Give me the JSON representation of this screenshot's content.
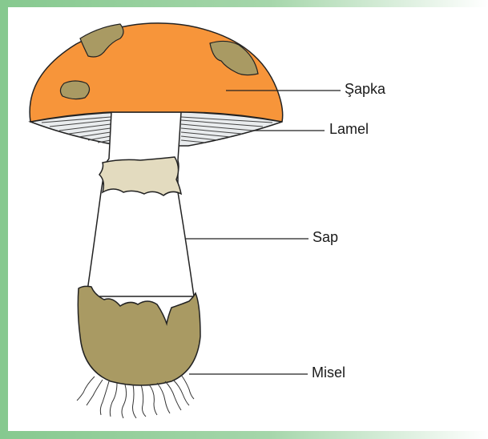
{
  "labels": {
    "cap": "Şapka",
    "gills": "Lamel",
    "stem": "Sap",
    "mycelium": "Misel"
  },
  "colors": {
    "cap": "#f7953a",
    "cap_patches": "#a99a63",
    "ring": "#e3dbbf",
    "volva": "#a99a63",
    "frame": "#86c98f"
  }
}
